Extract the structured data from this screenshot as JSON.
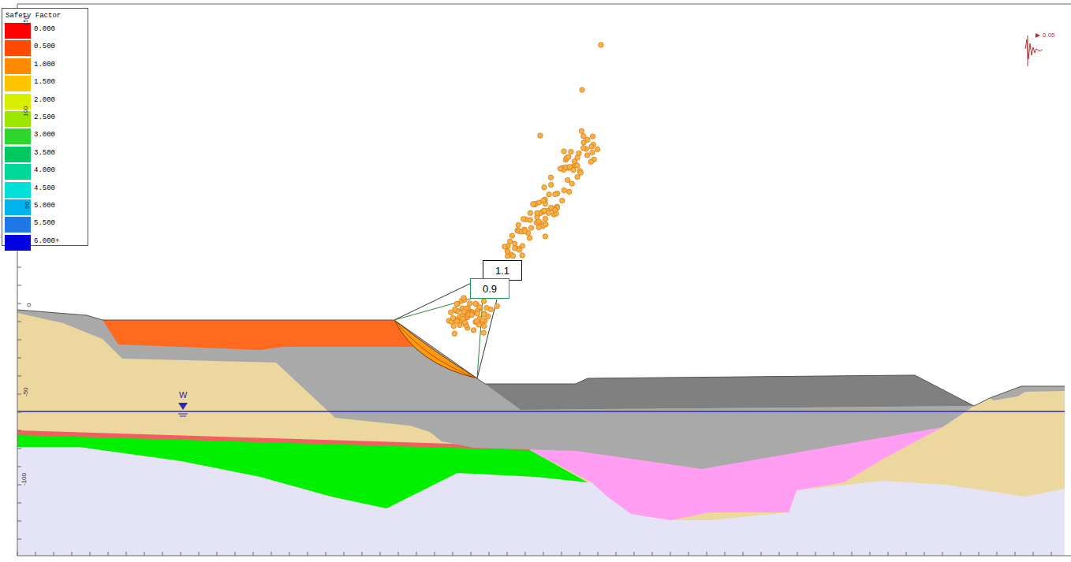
{
  "diagram": {
    "nodes": [
      {
        "text": [
          "1.1"
        ]
      },
      {
        "text": [
          "0.9"
        ]
      }
    ],
    "labels": [
      "Safety Factor",
      "150",
      "100",
      "50",
      "0",
      "-50",
      "-100",
      "W",
      "0.05"
    ],
    "legend": [
      {
        "text": "0.000",
        "color": "#ff0000"
      },
      {
        "text": "0.500",
        "color": "#ff4a00"
      },
      {
        "text": "1.000",
        "color": "#ff8a00"
      },
      {
        "text": "1.500",
        "color": "#ffc400"
      },
      {
        "text": "2.000",
        "color": "#d8f000"
      },
      {
        "text": "2.500",
        "color": "#9ae600"
      },
      {
        "text": "3.000",
        "color": "#2ed62e"
      },
      {
        "text": "3.500",
        "color": "#00c860"
      },
      {
        "text": "4.000",
        "color": "#00d89a"
      },
      {
        "text": "4.500",
        "color": "#00e0d8"
      },
      {
        "text": "5.000",
        "color": "#00b4f0"
      },
      {
        "text": "5.500",
        "color": "#1e78e8"
      },
      {
        "text": "6.000+",
        "color": "#0000e0"
      }
    ]
  }
}
